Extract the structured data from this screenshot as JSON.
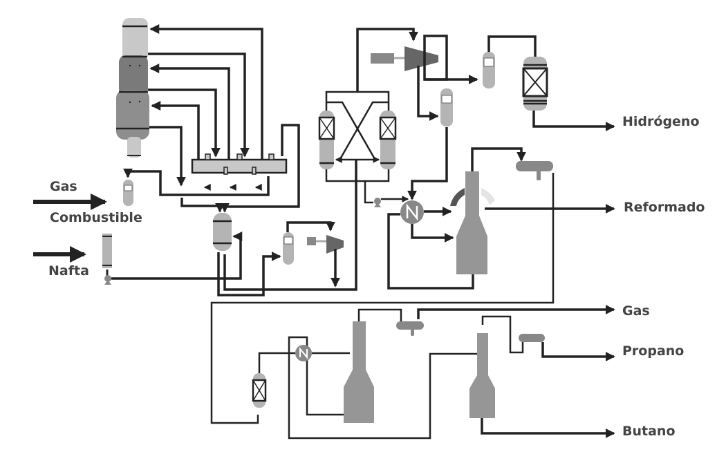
{
  "inputs": {
    "gas_label": "Gas",
    "combustible_label": "Combustible",
    "nafta_label": "Nafta"
  },
  "outputs": {
    "hidrogeno_label": "Hidrógeno",
    "reformado_label": "Reformado",
    "gas_label": "Gas",
    "propano_label": "Propano",
    "butano_label": "Butano"
  },
  "colors": {
    "line": "#222222",
    "vessel_light": "#b4b4b4",
    "vessel_mid": "#969696",
    "vessel_dark": "#666666",
    "label": "#444444"
  }
}
